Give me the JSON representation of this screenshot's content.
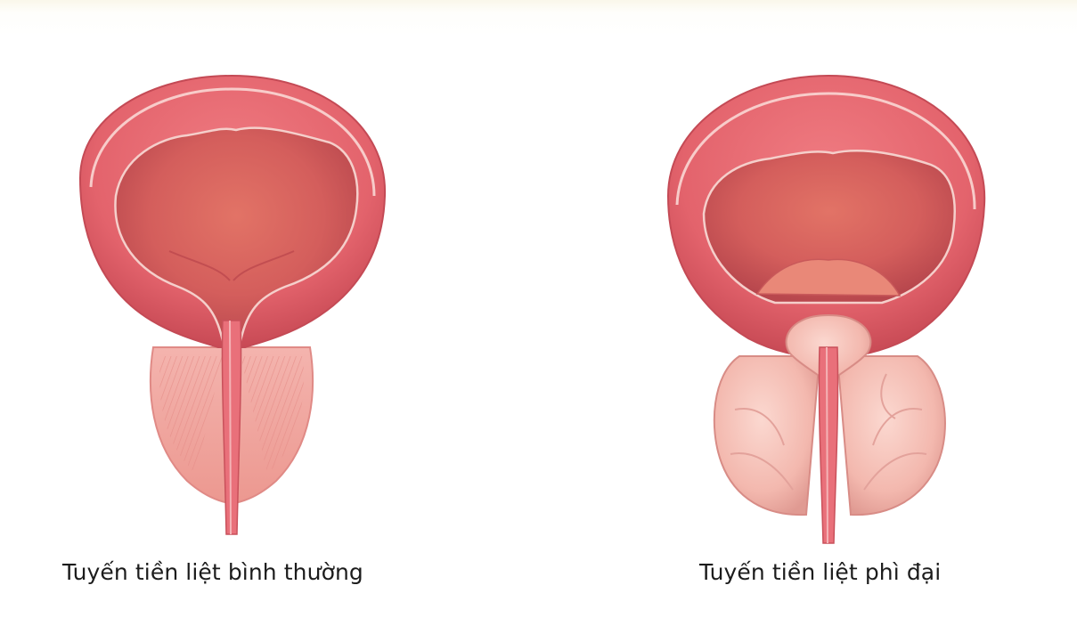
{
  "diagram": {
    "panels": [
      {
        "caption": "Tuyến tiền liệt bình thường",
        "illustration": "normal-prostate"
      },
      {
        "caption": "Tuyến tiền liệt phì đại",
        "illustration": "enlarged-prostate"
      }
    ],
    "colors": {
      "bladder_wall": "#e0606a",
      "bladder_inner": "#d25a5c",
      "prostate_normal": "#f2a8a4",
      "prostate_enlarged": "#f6c4bc",
      "urethra": "#e9707a"
    }
  }
}
